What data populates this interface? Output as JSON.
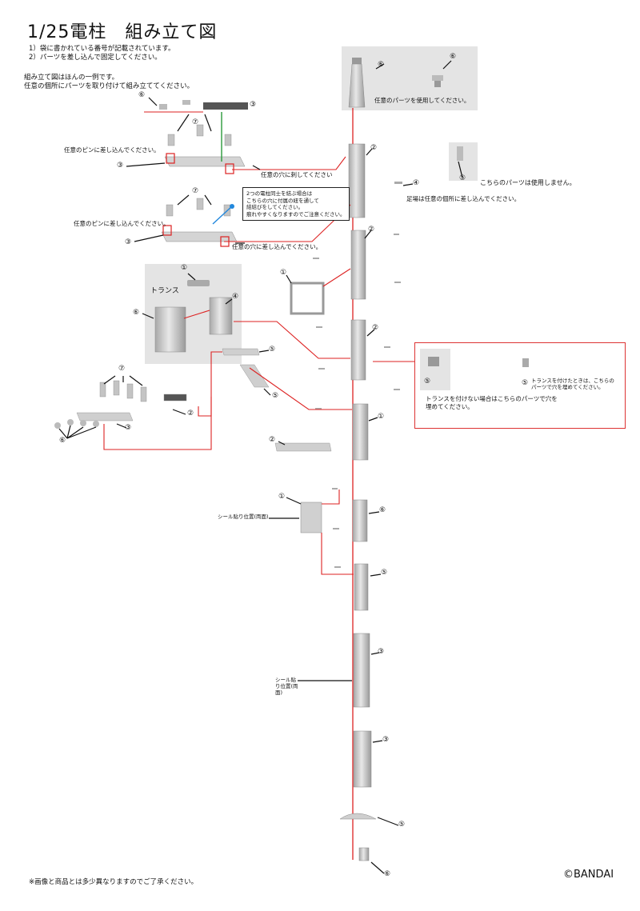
{
  "title": "1/25電柱　組み立て図",
  "instructions": [
    "1）袋に書かれている番号が記載されています。",
    "2）パーツを差し込んで固定してください。"
  ],
  "note_example": [
    "組み立て図はほんの一例です。",
    "任意の個所にパーツを取り付けて組み立ててください。"
  ],
  "labels": {
    "use_any_part": "任意のパーツを使用してください。",
    "not_used": "こちらのパーツは使用しません。",
    "foothold": "足場は任意の個所に差し込んでください。",
    "insert_pin_1": "任意のピンに差し込んでください。",
    "insert_pin_2": "任意のピンに差し込んでください。",
    "hole_1": "任意の穴に刺してください",
    "hole_2": "任意の穴に差し込んでください。",
    "transformer": "トランス",
    "with_transformer": "トランスを付けたときは、こちらのパーツで穴を埋めてください。",
    "without_transformer": "トランスを付けない場合はこちらのパーツで穴を埋めてください。",
    "sticker_1": "シール貼り位置(両面)",
    "sticker_2": "シール貼り位置(両面)",
    "wire_note": [
      "2つの電柱同士を結ぶ場合は",
      "こちらの穴に付属の紐を通して",
      "結結びをしてください。",
      "痕れやすくなりますのでご注意ください。"
    ]
  },
  "footer": "※画像と商品とは多少異なりますのでご了承ください。",
  "copyright": "©BANDAI",
  "colors": {
    "line": "#dd2222",
    "part": "#c8c8c8",
    "grey_panel": "#e4e4e4",
    "green": "#2a9a3a",
    "blue": "#2288dd"
  }
}
